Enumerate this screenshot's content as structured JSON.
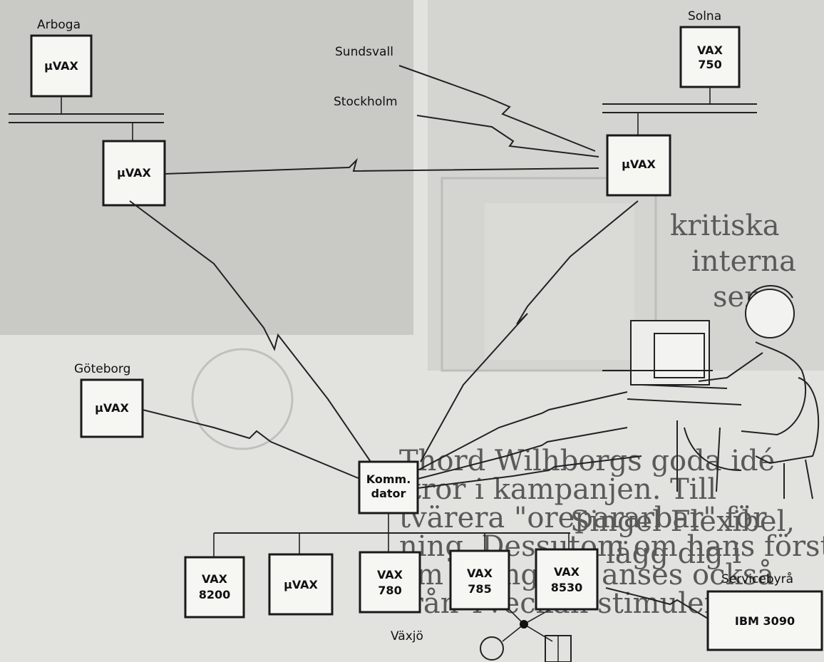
{
  "sites": {
    "arboga": "Arboga",
    "solna": "Solna",
    "sundsvall": "Sundsvall",
    "stockholm": "Stockholm",
    "goteborg": "Göteborg",
    "vaxjo": "Växjö",
    "servicebyra": "Servicebyrå"
  },
  "machines": {
    "arboga_uvax": "µVAX",
    "solna_vax750_l1": "VAX",
    "solna_vax750_l2": "750",
    "left_uvax": "µVAX",
    "right_uvax": "µVAX",
    "goteborg_uvax": "µVAX",
    "komm_l1": "Komm.",
    "komm_l2": "dator",
    "vax8200_l1": "VAX",
    "vax8200_l2": "8200",
    "vaxjo_uvax": "µVAX",
    "vax780_l1": "VAX",
    "vax780_l2": "780",
    "vax785_l1": "VAX",
    "vax785_l2": "785",
    "vax8530_l1": "VAX",
    "vax8530_l2": "8530",
    "ibm3090": "IBM 3090"
  },
  "background_text": {
    "line1": "Thord Wilhborgs goda idé",
    "line2": "tror i kampanjen. Till",
    "line3": "tvärera \"orepararbar\" för",
    "line4": "ning. Dessutom om hans första",
    "line5": "om framgång anses också",
    "line6": "från Tveckan stimulerade I",
    "line7": "kritiska",
    "line8": "interna",
    "line9": "ser",
    "line10": "Singel Flexibel,",
    "line11": "lägg dig i"
  }
}
